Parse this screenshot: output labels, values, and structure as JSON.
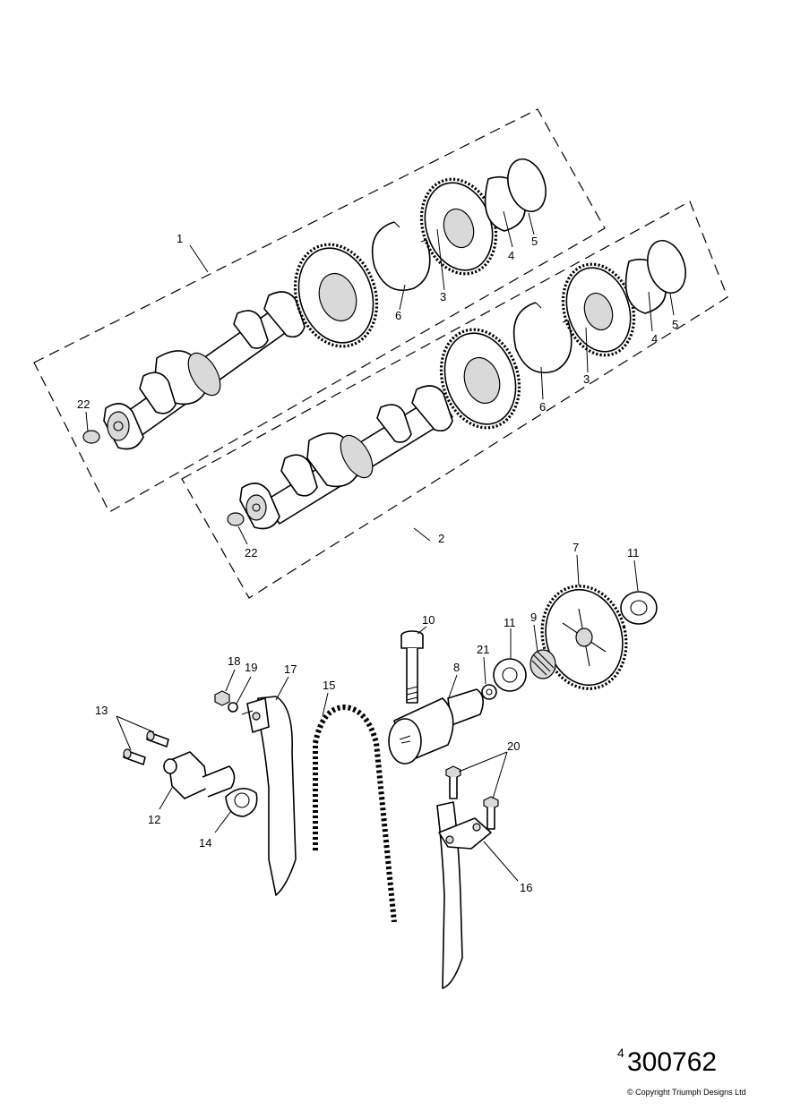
{
  "diagram": {
    "callouts": {
      "c1": "1",
      "c2": "2",
      "c3a": "3",
      "c3b": "3",
      "c4a": "4",
      "c4b": "4",
      "c5a": "5",
      "c5b": "5",
      "c6a": "6",
      "c6b": "6",
      "c7": "7",
      "c8": "8",
      "c9": "9",
      "c10": "10",
      "c11a": "11",
      "c11b": "11",
      "c12": "12",
      "c13": "13",
      "c14": "14",
      "c15": "15",
      "c16": "16",
      "c17": "17",
      "c18": "18",
      "c19": "19",
      "c20": "20",
      "c21": "21",
      "c22a": "22",
      "c22b": "22"
    },
    "drawing_prefix": "4",
    "drawing_number": "300762",
    "copyright": "© Copyright Triumph Designs Ltd"
  }
}
